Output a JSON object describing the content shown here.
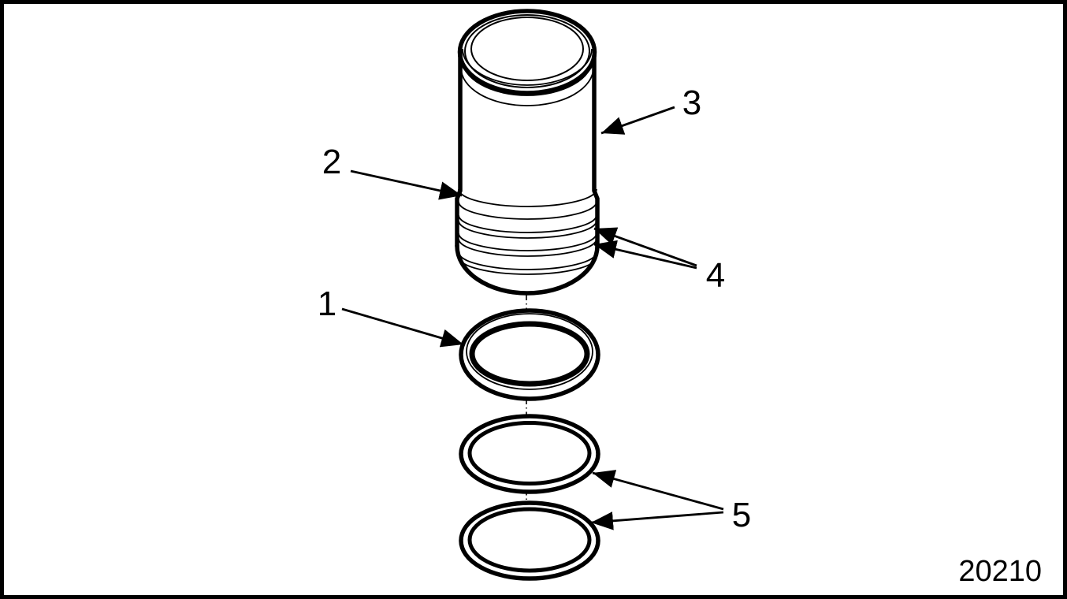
{
  "figure": {
    "number": "20210"
  },
  "callouts": [
    {
      "label": "1"
    },
    {
      "label": "2"
    },
    {
      "label": "3"
    },
    {
      "label": "4"
    },
    {
      "label": "5"
    }
  ],
  "colors": {
    "ink": "#000000",
    "paper": "#ffffff"
  }
}
